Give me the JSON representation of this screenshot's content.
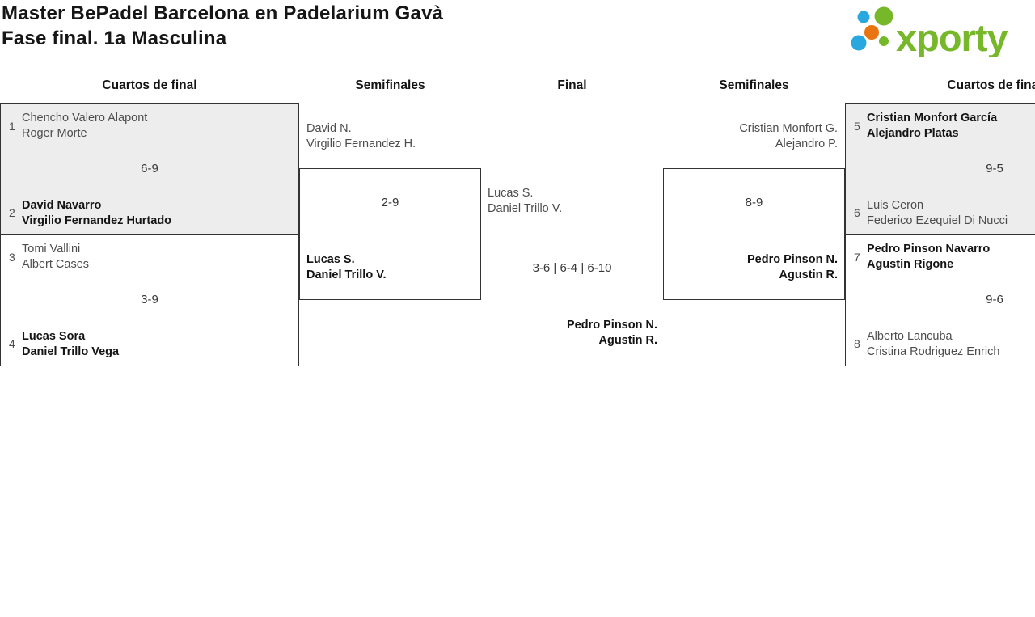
{
  "title": {
    "line1": "Master BePadel Barcelona en Padelarium Gavà",
    "line2": "Fase final. 1a Masculina"
  },
  "logo": {
    "text": "xporty",
    "colors": {
      "green": "#76b82a",
      "blue": "#29a8e0",
      "orange": "#e87511"
    }
  },
  "columns": [
    "Cuartos de final",
    "Semifinales",
    "Final",
    "Semifinales",
    "Cuartos de final"
  ],
  "matches": {
    "qf1": {
      "seed_a": "1",
      "team_a_p1": "Chencho Valero Alapont",
      "team_a_p2": "Roger Morte",
      "score": "6-9",
      "seed_b": "2",
      "team_b_p1": "David Navarro",
      "team_b_p2": "Virgilio Fernandez Hurtado",
      "winner": "b"
    },
    "qf2": {
      "seed_a": "3",
      "team_a_p1": "Tomi Vallini",
      "team_a_p2": "Albert Cases",
      "score": "3-9",
      "seed_b": "4",
      "team_b_p1": "Lucas Sora",
      "team_b_p2": "Daniel Trillo Vega",
      "winner": "b"
    },
    "qf3": {
      "seed_a": "5",
      "team_a_p1": "Cristian Monfort García",
      "team_a_p2": "Alejandro Platas",
      "score": "9-5",
      "seed_b": "6",
      "team_b_p1": "Luis Ceron",
      "team_b_p2": "Federico Ezequiel Di Nucci",
      "winner": "a"
    },
    "qf4": {
      "seed_a": "7",
      "team_a_p1": "Pedro Pinson Navarro",
      "team_a_p2": "Agustin Rigone",
      "score": "9-6",
      "seed_b": "8",
      "team_b_p1": "Alberto Lancuba",
      "team_b_p2": "Cristina Rodriguez Enrich",
      "winner": "a"
    },
    "sf1": {
      "team_a_p1": "David N.",
      "team_a_p2": "Virgilio Fernandez H.",
      "score": "2-9",
      "team_b_p1": "Lucas S.",
      "team_b_p2": "Daniel Trillo V.",
      "winner": "b"
    },
    "sf2": {
      "team_a_p1": "Cristian Monfort G.",
      "team_a_p2": "Alejandro P.",
      "score": "8-9",
      "team_b_p1": "Pedro Pinson N.",
      "team_b_p2": "Agustin R.",
      "winner": "b"
    },
    "final": {
      "team_a_p1": "Lucas S.",
      "team_a_p2": "Daniel Trillo V.",
      "score": "3-6 | 6-4 | 6-10",
      "team_b_p1": "Pedro Pinson N.",
      "team_b_p2": "Agustin R.",
      "winner": "b"
    }
  }
}
